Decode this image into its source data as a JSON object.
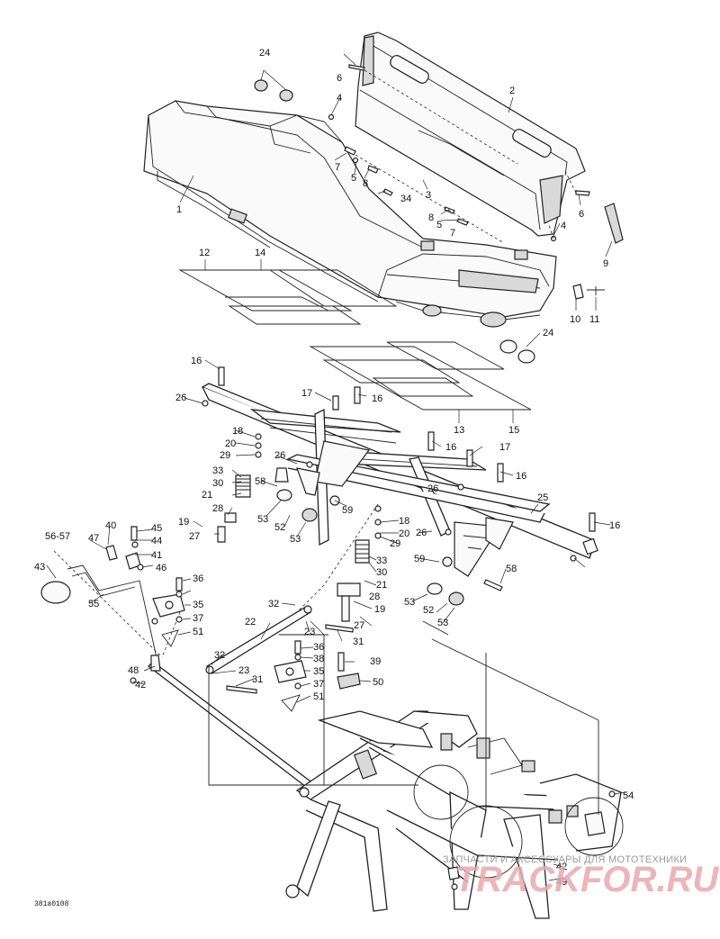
{
  "diagram": {
    "drawing_code": "381a0108",
    "watermark_top": "ЗАПЧАСТИ И АКСЕССУАРЫ ДЛЯ МОТОТЕХНИКИ",
    "watermark_logo": "TRACKFOR.RU"
  },
  "callouts": [
    "24",
    "2",
    "6",
    "4",
    "7",
    "5",
    "8",
    "34",
    "3",
    "1",
    "6",
    "8",
    "5",
    "7",
    "4",
    "9",
    "12",
    "14",
    "10",
    "11",
    "24",
    "16",
    "26",
    "17",
    "16",
    "13",
    "15",
    "18",
    "20",
    "29",
    "26",
    "16",
    "17",
    "33",
    "58",
    "16",
    "30",
    "21",
    "26",
    "25",
    "28",
    "53",
    "52",
    "59",
    "16",
    "19",
    "27",
    "53",
    "18",
    "20",
    "26",
    "56-57",
    "40",
    "45",
    "29",
    "44",
    "47",
    "33",
    "41",
    "46",
    "30",
    "59",
    "58",
    "43",
    "36",
    "21",
    "35",
    "32",
    "28",
    "53",
    "52",
    "53",
    "55",
    "37",
    "19",
    "51",
    "22",
    "27",
    "23",
    "36",
    "31",
    "38",
    "32",
    "39",
    "48",
    "23",
    "35",
    "50",
    "31",
    "37",
    "42",
    "51",
    "54",
    "42",
    "49"
  ]
}
